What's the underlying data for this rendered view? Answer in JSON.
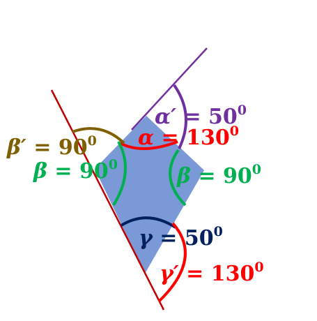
{
  "colors": {
    "shape_fill": "#7393d4",
    "line_red": "#c00000",
    "red": "#ff0000",
    "purple": "#7030a0",
    "olive": "#7f6000",
    "green": "#00b050",
    "navy": "#002060"
  },
  "labels": {
    "alpha": {
      "sym": "α",
      "text": " = 130",
      "exp": "0"
    },
    "alpha_prime": {
      "sym": "α′",
      "text": " = 50",
      "exp": "0"
    },
    "beta_prime": {
      "sym": "β′",
      "text": " = 90",
      "exp": "0"
    },
    "beta_left": {
      "sym": "β",
      "text": " = 90",
      "exp": "0"
    },
    "beta_right": {
      "sym": "β",
      "text": " = 90",
      "exp": "0"
    },
    "gamma": {
      "sym": "γ",
      "text": " = 50",
      "exp": "0"
    },
    "gamma_prime": {
      "sym": "γ′",
      "text": " = 130",
      "exp": "0"
    }
  }
}
